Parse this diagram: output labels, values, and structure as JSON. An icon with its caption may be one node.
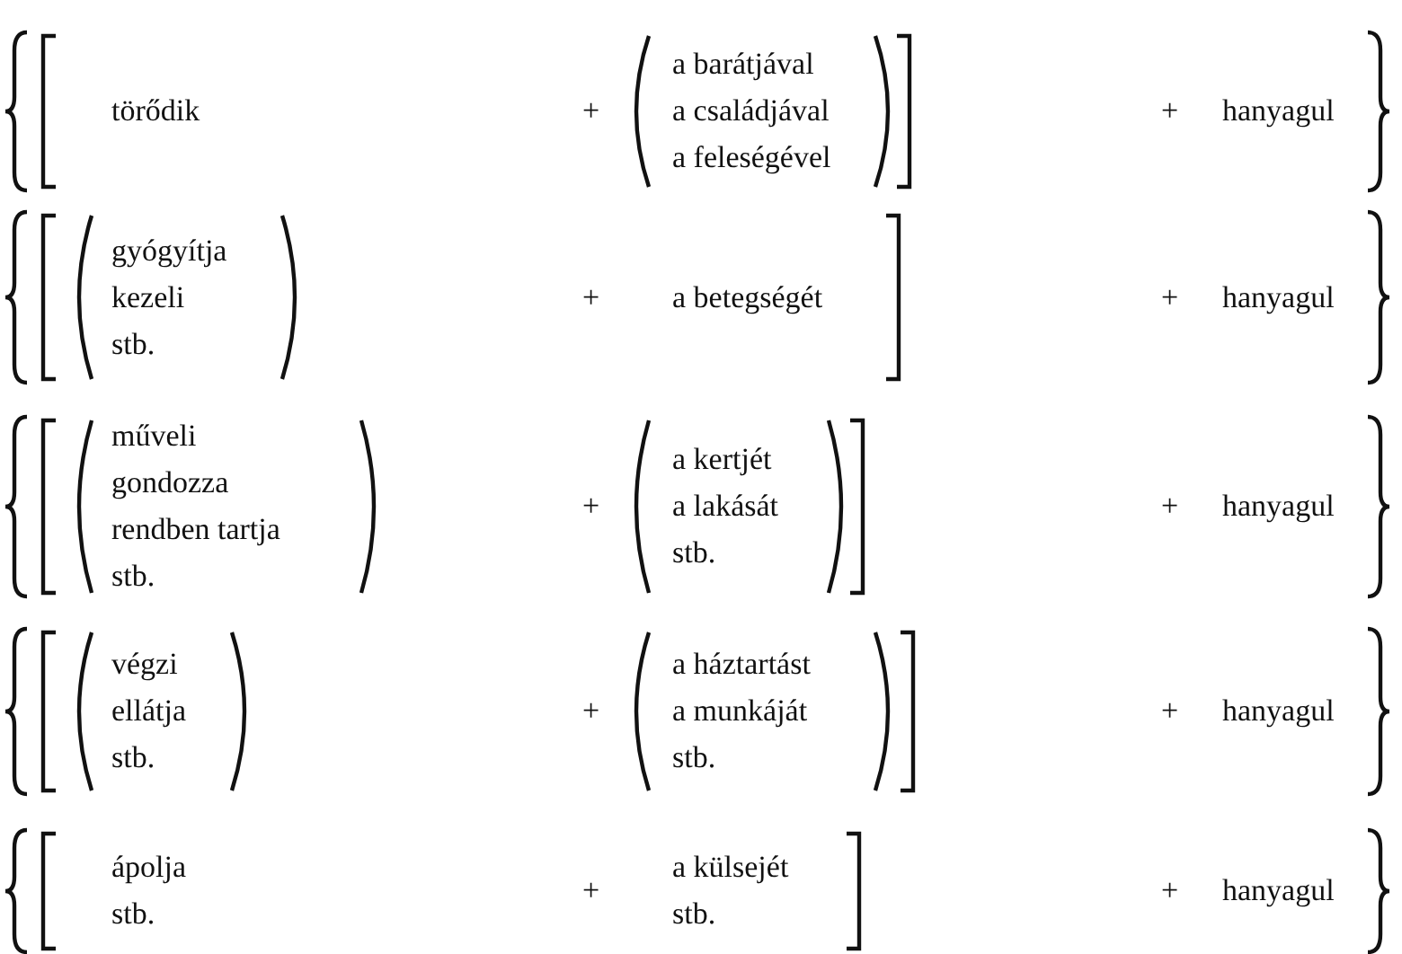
{
  "diagram": {
    "labels": [
      "törődik",
      "+",
      "a barátjával",
      "a családjával",
      "a feleségével",
      "+",
      "hanyagul",
      "gyógyítja",
      "kezeli",
      "stb.",
      "+",
      "a betegségét",
      "+",
      "hanyagul",
      "műveli",
      "gondozza",
      "rendben tartja",
      "stb.",
      "+",
      "a kertjét",
      "a lakását",
      "stb.",
      "+",
      "hanyagul",
      "végzi",
      "ellátja",
      "stb.",
      "+",
      "a háztartást",
      "a munkáját",
      "stb.",
      "+",
      "hanyagul",
      "ápolja",
      "stb.",
      "+",
      "a külsejét",
      "stb.",
      "+",
      "hanyagul"
    ]
  }
}
